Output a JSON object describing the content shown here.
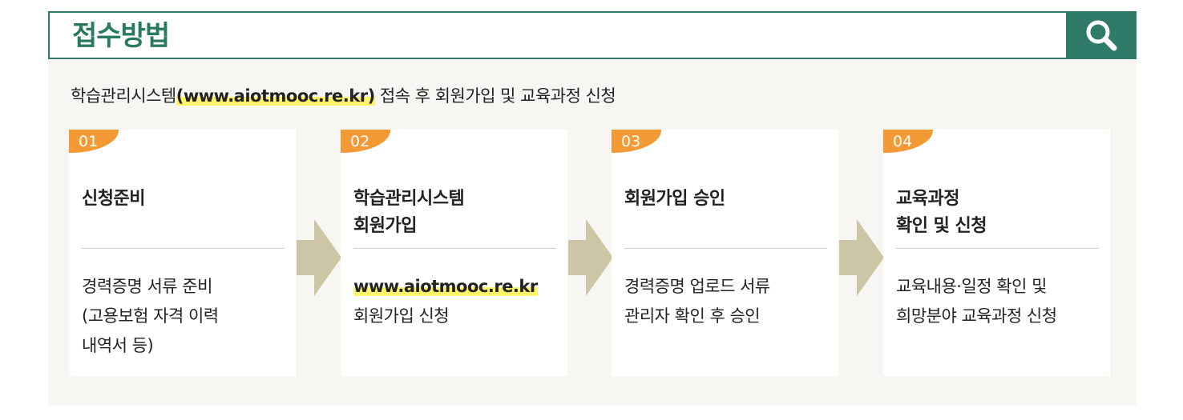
{
  "header": {
    "title": "접수방법",
    "search_icon": "search-icon",
    "accent_color": "#2f7a68"
  },
  "intro": {
    "prefix": "학습관리시스템",
    "url": "(www.aiotmooc.re.kr)",
    "suffix": " 접속 후 회원가입 및 교육과정 신청"
  },
  "steps": [
    {
      "number": "01",
      "title_line1": "신청준비",
      "title_line2": "",
      "body_line1": "경력증명 서류 준비",
      "body_line2": "(고용보험 자격 이력",
      "body_line3": "내역서 등)"
    },
    {
      "number": "02",
      "title_line1": "학습관리시스템",
      "title_line2": "회원가입",
      "body_line1": "www.aiotmooc.re.kr",
      "body_line2": "회원가입 신청",
      "body_line3": ""
    },
    {
      "number": "03",
      "title_line1": "회원가입 승인",
      "title_line2": "",
      "body_line1": "경력증명 업로드 서류",
      "body_line2": "관리자 확인 후 승인",
      "body_line3": ""
    },
    {
      "number": "04",
      "title_line1": "교육과정",
      "title_line2": "확인 및 신청",
      "body_line1": "교육내용·일정 확인 및",
      "body_line2": "희망분야 교육과정 신청",
      "body_line3": ""
    }
  ],
  "colors": {
    "badge": "#f39a35",
    "arrow": "#ccc6a6",
    "highlight": "#fff36a"
  }
}
